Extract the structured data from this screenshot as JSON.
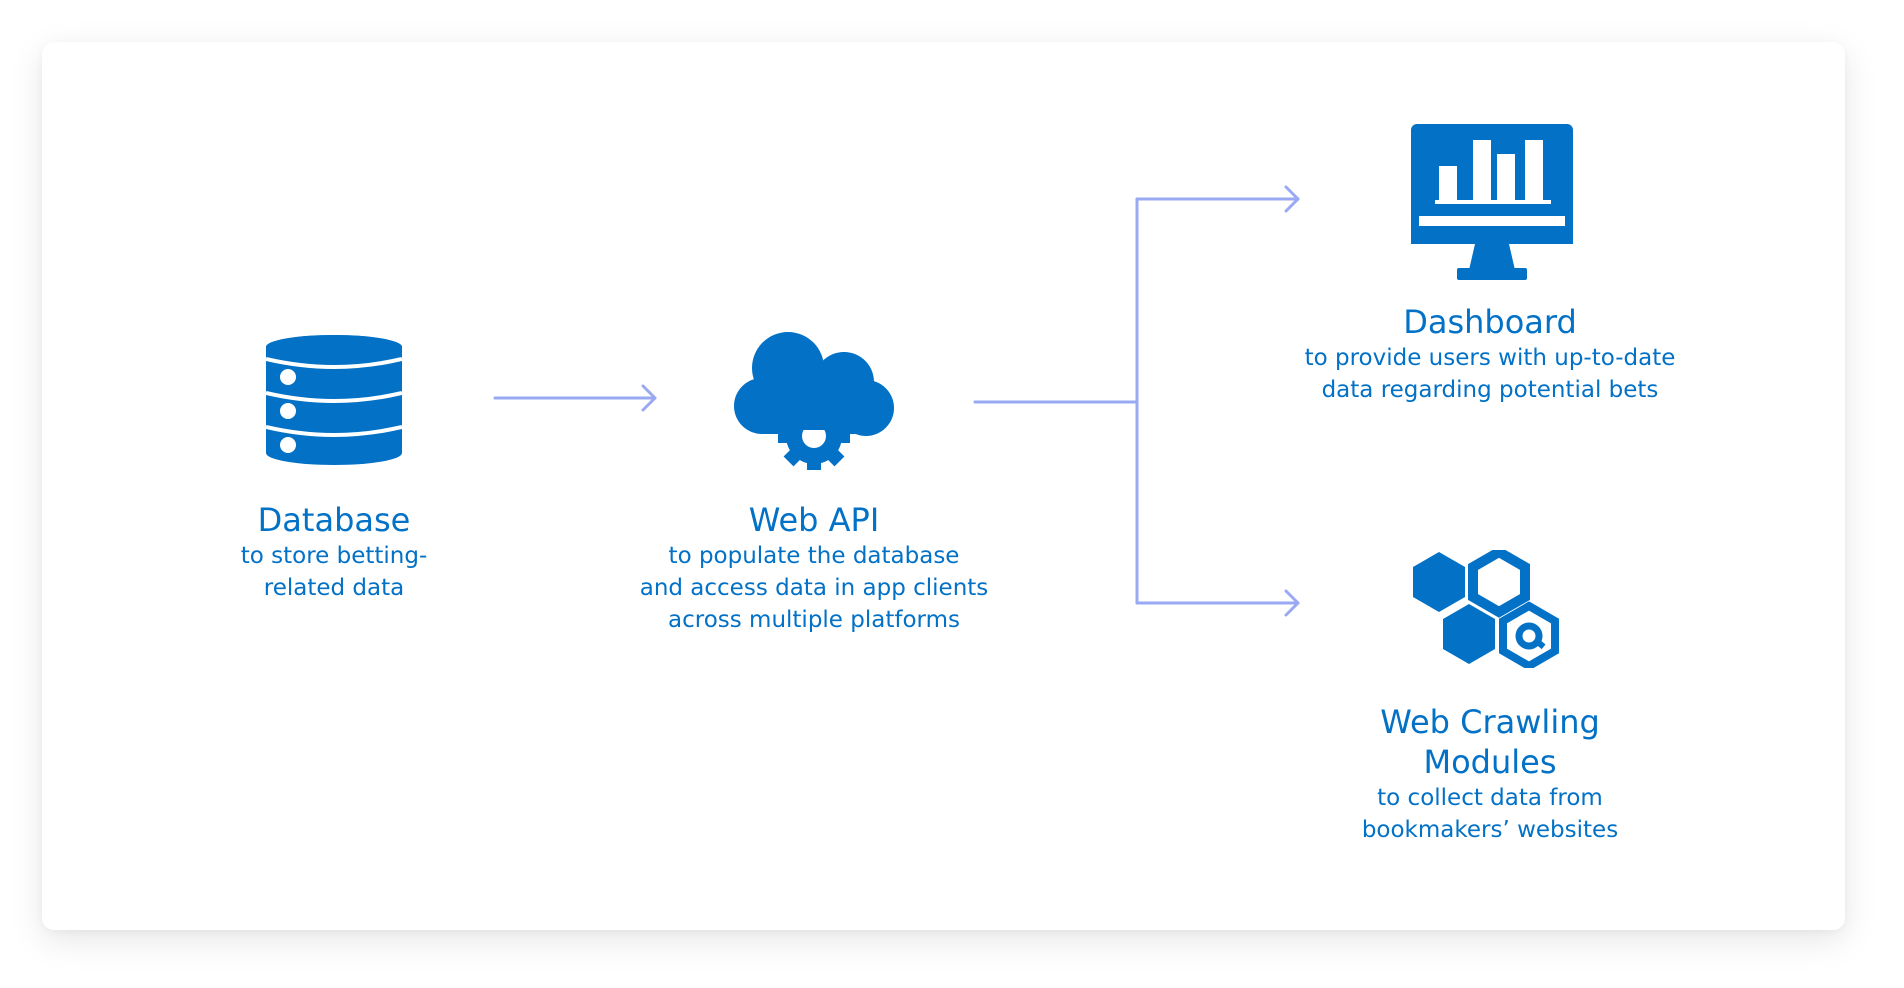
{
  "colors": {
    "accent": "#0271c6",
    "connector": "#99a9f3",
    "background": "#ffffff"
  },
  "nodes": {
    "database": {
      "icon": "database-icon",
      "title": "Database",
      "desc_line1": "to store betting-",
      "desc_line2": "related data"
    },
    "web_api": {
      "icon": "cloud-gear-icon",
      "title": "Web API",
      "desc_line1": "to populate the database",
      "desc_line2": "and access data in app clients",
      "desc_line3": "across multiple platforms"
    },
    "dashboard": {
      "icon": "monitor-chart-icon",
      "title": "Dashboard",
      "desc_line1": "to provide users with up-to-date",
      "desc_line2": "data regarding potential bets"
    },
    "crawling": {
      "icon": "hexagons-icon",
      "title_line1": "Web Crawling",
      "title_line2": "Modules",
      "desc_line1": "to collect data from",
      "desc_line2": "bookmakers’ websites"
    }
  },
  "connectors": [
    {
      "from": "database",
      "to": "web_api"
    },
    {
      "from": "web_api",
      "to": "dashboard"
    },
    {
      "from": "web_api",
      "to": "crawling"
    }
  ]
}
